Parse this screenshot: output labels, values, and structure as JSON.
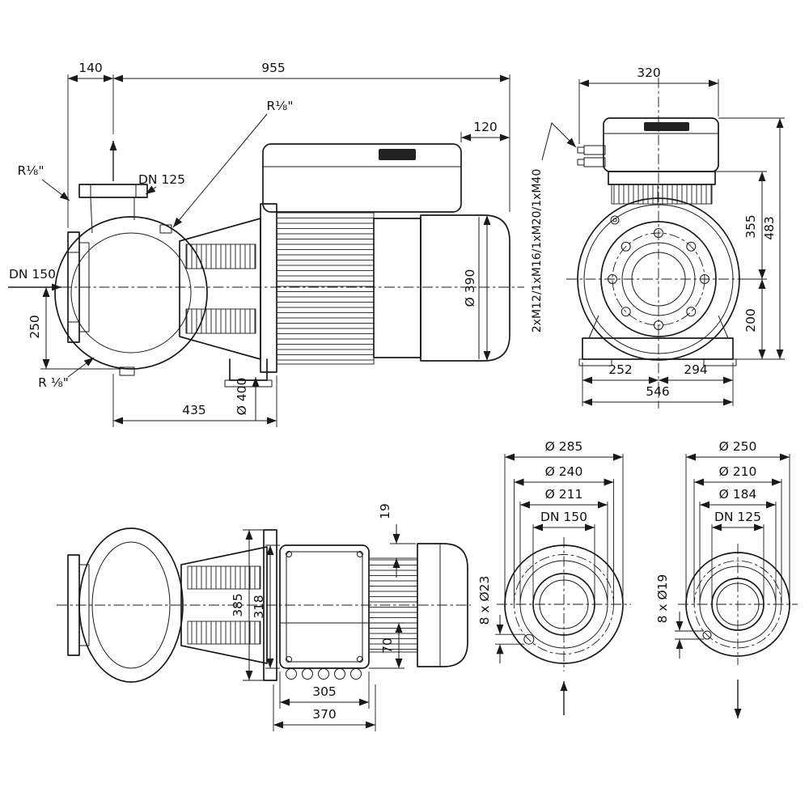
{
  "meta": {
    "background": "#ffffff",
    "line_color": "#1a1a1a"
  },
  "side_view": {
    "dim_suction_to_discharge": "140",
    "dim_overall_length": "955",
    "dim_module_to_end": "120",
    "plug_top": "R⅛\"",
    "plug_flange": "R⅛\"",
    "plug_drain": "R ⅛\"",
    "discharge_dn": "DN 125",
    "suction_dn": "DN 150",
    "dim_center_to_bottom": "250",
    "dim_flange_face": "435",
    "dia_bracket_flange": "Ø 400",
    "dia_motor": "Ø 390"
  },
  "front_view": {
    "dim_width": "320",
    "cable_glands": "2xM12/1xM16/1xM20/1xM40",
    "dim_total_height": "483",
    "dim_center_to_top": "355",
    "dim_center_to_base": "200",
    "dim_foot_left": "252",
    "dim_foot_right": "294",
    "dim_base_width": "546"
  },
  "top_view": {
    "dim_edge_offset": "19",
    "dim_flange_width": "385",
    "dim_module_width": "318",
    "dim_gland_offset": "70",
    "dim_module_length": "305",
    "dim_overall_width": "370"
  },
  "suction_flange": {
    "dia_outer": "Ø 285",
    "dia_bolt_circle": "Ø 240",
    "dia_raised_face": "Ø 211",
    "nominal": "DN 150",
    "bolt_holes": "8 x Ø23"
  },
  "discharge_flange": {
    "dia_outer": "Ø 250",
    "dia_bolt_circle": "Ø 210",
    "dia_raised_face": "Ø 184",
    "nominal": "DN 125",
    "bolt_holes": "8 x Ø19"
  }
}
